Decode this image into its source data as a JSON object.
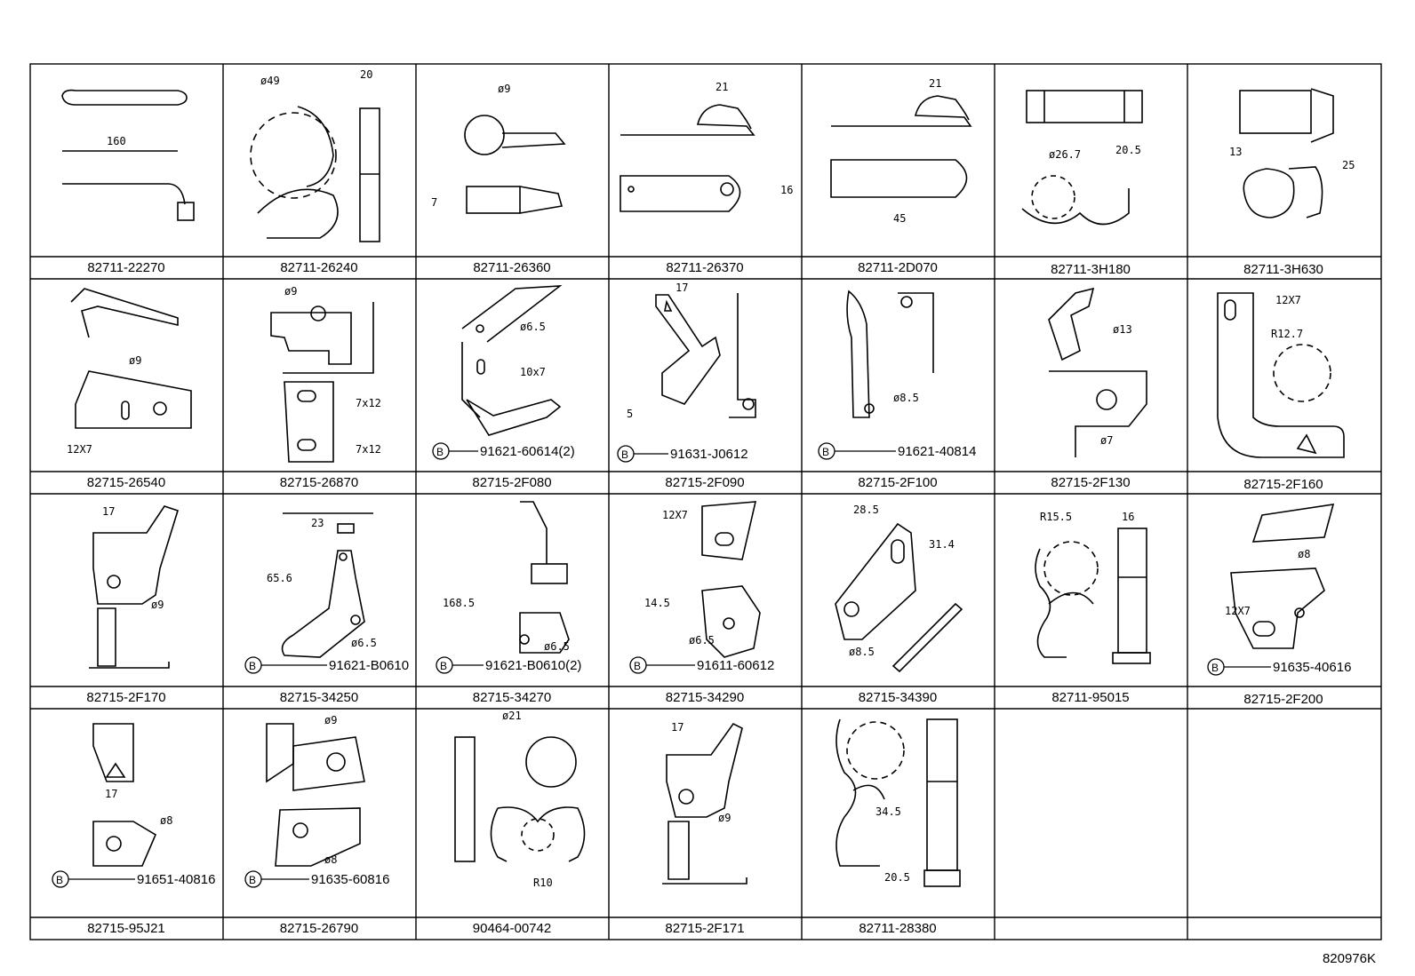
{
  "diagram_id": "820976K",
  "cells": [
    {
      "part": "82711-22270",
      "dims": [
        "160"
      ],
      "bolt": ""
    },
    {
      "part": "82711-26240",
      "dims": [
        "ø49",
        "20"
      ],
      "bolt": ""
    },
    {
      "part": "82711-26360",
      "dims": [
        "ø9",
        "7"
      ],
      "bolt": ""
    },
    {
      "part": "82711-26370",
      "dims": [
        "21",
        "16"
      ],
      "bolt": ""
    },
    {
      "part": "82711-2D070",
      "dims": [
        "21",
        "45"
      ],
      "bolt": ""
    },
    {
      "part": "82711-3H180",
      "dims": [
        "ø26.7",
        "20.5"
      ],
      "bolt": ""
    },
    {
      "part": "82711-3H630",
      "dims": [
        "13",
        "25"
      ],
      "bolt": ""
    },
    {
      "part": "82715-26540",
      "dims": [
        "ø9",
        "12X7"
      ],
      "bolt": ""
    },
    {
      "part": "82715-26870",
      "dims": [
        "ø9",
        "7x12",
        "7x12"
      ],
      "bolt": ""
    },
    {
      "part": "82715-2F080",
      "dims": [
        "ø6.5",
        "10x7"
      ],
      "bolt": "91621-60614(2)"
    },
    {
      "part": "82715-2F090",
      "dims": [
        "17",
        "5"
      ],
      "bolt": "91631-J0612"
    },
    {
      "part": "82715-2F100",
      "dims": [
        "ø8.5"
      ],
      "bolt": "91621-40814"
    },
    {
      "part": "82715-2F130",
      "dims": [
        "ø13",
        "ø7"
      ],
      "bolt": ""
    },
    {
      "part": "82715-2F160",
      "dims": [
        "12X7",
        "R12.7"
      ],
      "bolt": ""
    },
    {
      "part": "82715-2F170",
      "dims": [
        "17",
        "ø9"
      ],
      "bolt": ""
    },
    {
      "part": "82715-34250",
      "dims": [
        "23",
        "65.6",
        "ø6.5"
      ],
      "bolt": "91621-B0610"
    },
    {
      "part": "82715-34270",
      "dims": [
        "168.5",
        "ø6.5"
      ],
      "bolt": "91621-B0610(2)"
    },
    {
      "part": "82715-34290",
      "dims": [
        "12X7",
        "14.5",
        "ø6.5"
      ],
      "bolt": "91611-60612"
    },
    {
      "part": "82715-34390",
      "dims": [
        "28.5",
        "31.4",
        "ø8.5"
      ],
      "bolt": ""
    },
    {
      "part": "82711-95015",
      "dims": [
        "R15.5",
        "16"
      ],
      "bolt": ""
    },
    {
      "part": "82715-2F200",
      "dims": [
        "ø8",
        "12X7"
      ],
      "bolt": "91635-40616"
    },
    {
      "part": "82715-95J21",
      "dims": [
        "17",
        "ø8"
      ],
      "bolt": "91651-40816"
    },
    {
      "part": "82715-26790",
      "dims": [
        "ø9",
        "ø8"
      ],
      "bolt": "91635-60816"
    },
    {
      "part": "90464-00742",
      "dims": [
        "ø21",
        "R10"
      ],
      "bolt": ""
    },
    {
      "part": "82715-2F171",
      "dims": [
        "17",
        "ø9"
      ],
      "bolt": ""
    },
    {
      "part": "82711-28380",
      "dims": [
        "34.5",
        "20.5"
      ],
      "bolt": ""
    },
    {
      "part": "",
      "dims": [],
      "bolt": ""
    },
    {
      "part": "",
      "dims": [],
      "bolt": ""
    }
  ]
}
